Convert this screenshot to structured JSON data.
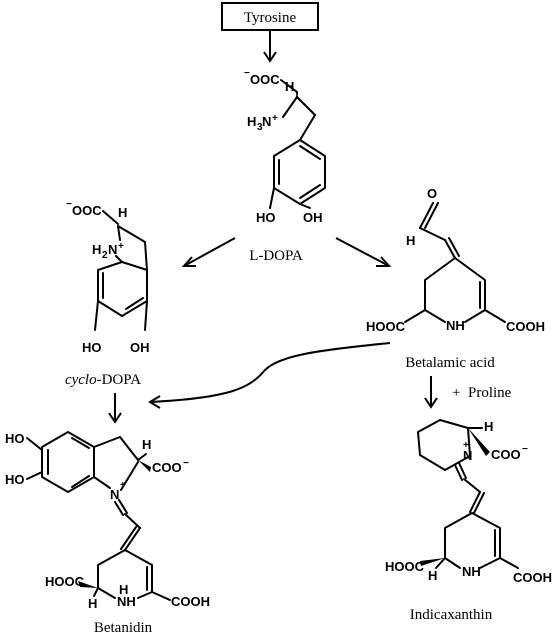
{
  "compounds": {
    "tyrosine": "Tyrosine",
    "ldopa": "L-DOPA",
    "cyclodopa_prefix": "cyclo",
    "cyclodopa_suffix": "-DOPA",
    "betalamic": "Betalamic acid",
    "betanidin": "Betanidin",
    "indicaxanthin": "Indicaxanthin"
  },
  "reagent": {
    "plus": "+",
    "name": "Proline"
  },
  "atoms": {
    "carboxylate": "OOC",
    "carboxylate_r": "COO",
    "minus": "−",
    "plus": "+",
    "h": "H",
    "n": "N",
    "h3n": "H",
    "three": "3",
    "two": "2",
    "ho": "HO",
    "oh": "OH",
    "o": "O",
    "hooc": "HOOC",
    "cooh": "COOH",
    "nh": "NH"
  }
}
